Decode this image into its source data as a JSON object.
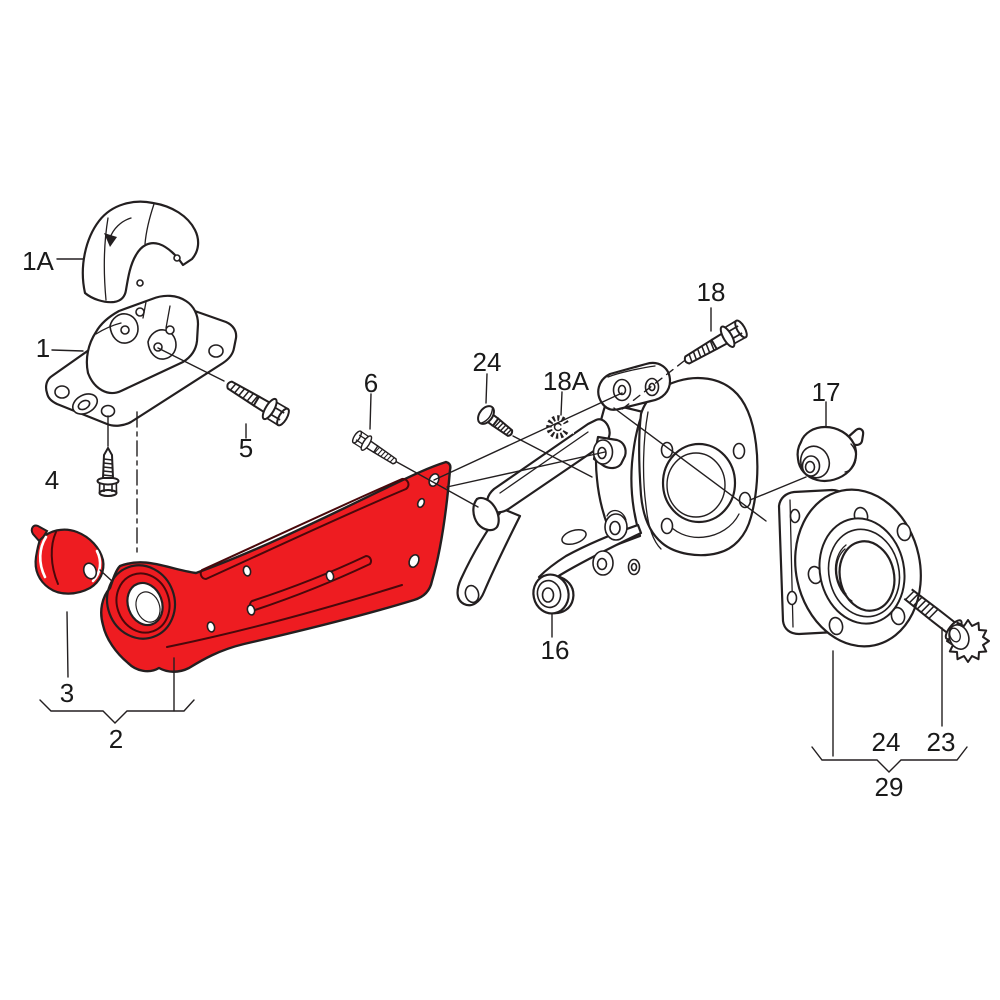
{
  "diagram": {
    "background": "#ffffff",
    "colors": {
      "highlight": "#ee1c21",
      "line": "#231f20",
      "label": "#1a1a1a",
      "highlight_detail": "#4a080b"
    },
    "callouts": {
      "c1a": "1A",
      "c1": "1",
      "c2": "2",
      "c3": "3",
      "c4": "4",
      "c5": "5",
      "c6": "6",
      "c16": "16",
      "c17": "17",
      "c18": "18",
      "c18a": "18A",
      "c23": "23",
      "c24_top": "24",
      "c24_bottom": "24",
      "c29": "29"
    }
  }
}
